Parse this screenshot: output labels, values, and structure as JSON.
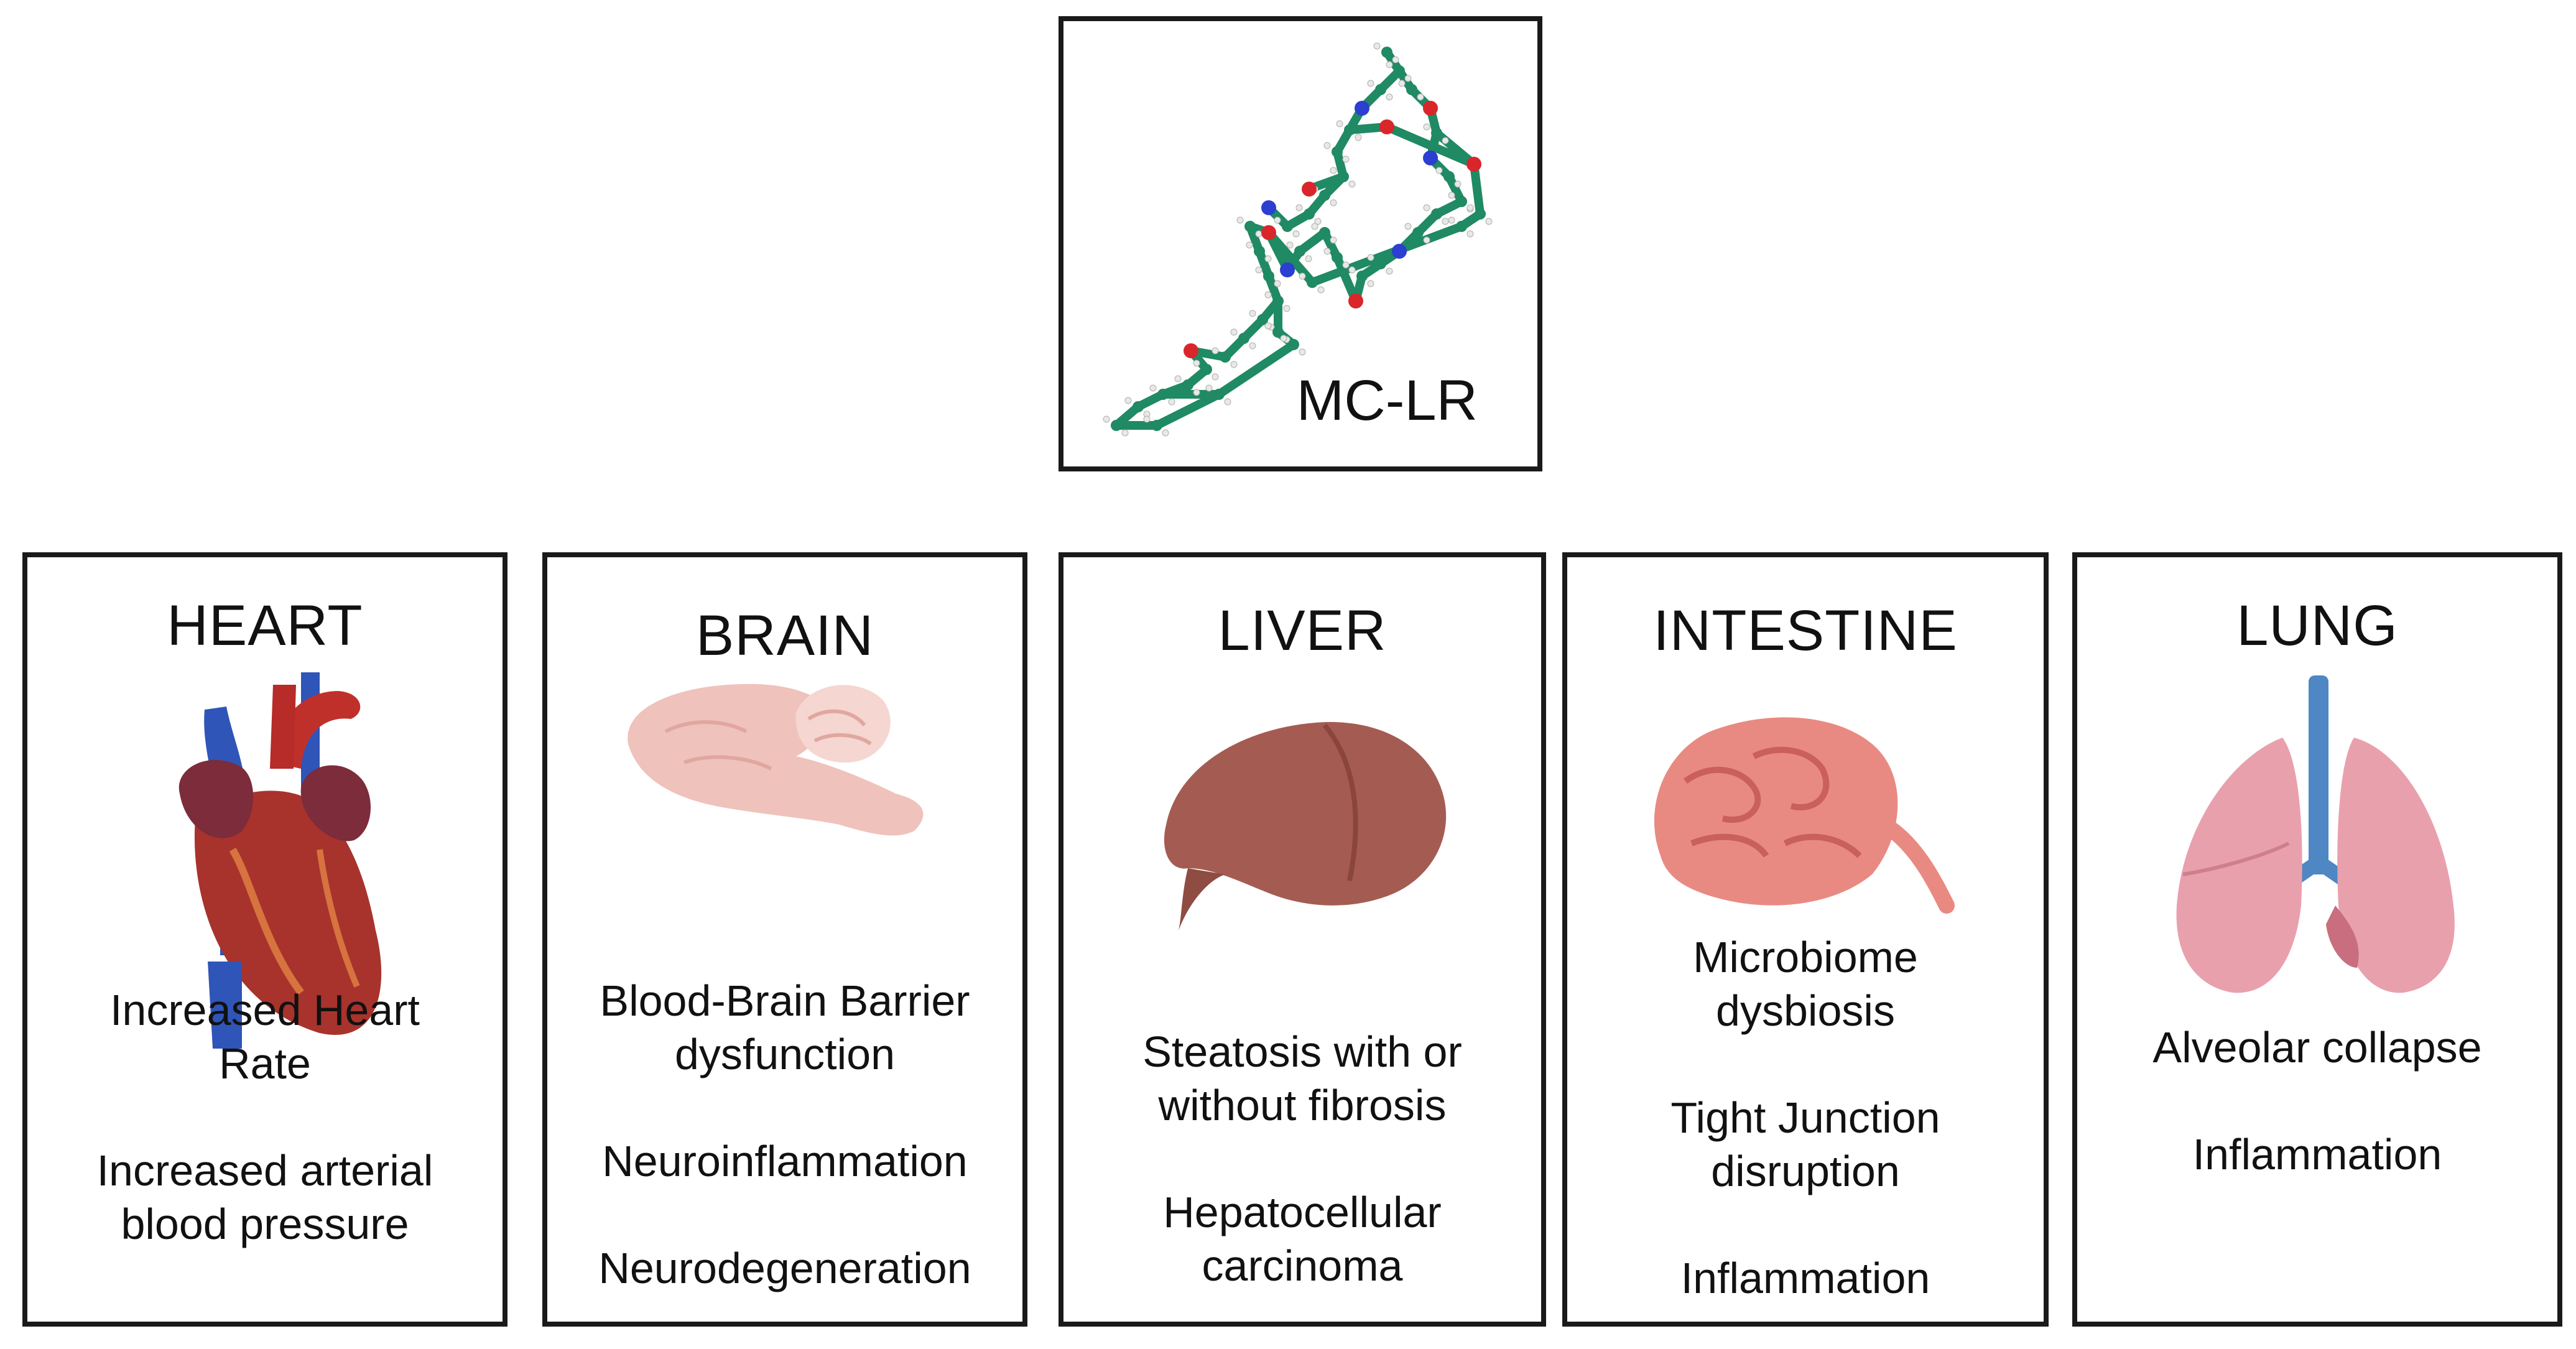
{
  "toxin": {
    "label": "MC-LR",
    "icon": "mc-lr-molecule-ball-and-stick",
    "colors": {
      "carbon": "#1f8a63",
      "nitrogen": "#2b3fd1",
      "oxygen": "#d9262b",
      "hydrogen": "#e8e8e8"
    }
  },
  "organs": [
    {
      "id": "heart",
      "title": "HEART",
      "icon": "heart-icon",
      "effects": [
        "Increased Heart Rate",
        "Increased arterial blood pressure"
      ]
    },
    {
      "id": "brain",
      "title": "BRAIN",
      "icon": "brain-icon",
      "effects": [
        "Blood-Brain Barrier dysfunction",
        "Neuroinflammation",
        "Neurodegeneration"
      ]
    },
    {
      "id": "liver",
      "title": "LIVER",
      "icon": "liver-icon",
      "effects": [
        "Steatosis with or without fibrosis",
        "Hepatocellular carcinoma"
      ]
    },
    {
      "id": "intestine",
      "title": "INTESTINE",
      "icon": "intestine-icon",
      "effects": [
        "Microbiome dysbiosis",
        "Tight Junction disruption",
        "Inflammation"
      ]
    },
    {
      "id": "lung",
      "title": "LUNG",
      "icon": "lung-icon",
      "effects": [
        "Alveolar collapse",
        "Inflammation"
      ]
    }
  ],
  "colors": {
    "border": "#1a1a1a",
    "heart_muscle": "#a8332c",
    "heart_vein": "#2f55b8",
    "brain": "#efc2bc",
    "liver": "#a45c52",
    "intestine": "#e98a82",
    "lung": "#e9a0ad",
    "trachea": "#4e87c4"
  }
}
